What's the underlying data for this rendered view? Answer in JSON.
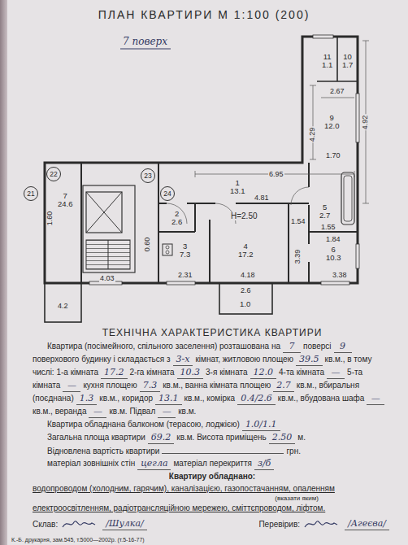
{
  "diagram": {
    "title": "ПЛАН КВАРТИРИ М 1:100 (200)",
    "nodes": [
      {
        "text": [
          "11",
          "1.1"
        ]
      },
      {
        "text": [
          "10",
          "1.7"
        ]
      },
      {
        "text": [
          "9",
          "12.0"
        ]
      },
      {
        "text": [
          "22"
        ]
      },
      {
        "text": [
          "23"
        ]
      },
      {
        "text": [
          "1",
          "13.1"
        ]
      },
      {
        "text": [
          "21"
        ]
      },
      {
        "text": [
          "7",
          "24.6"
        ]
      },
      {
        "text": [
          "24"
        ]
      },
      {
        "text": [
          "5",
          "2.7"
        ]
      },
      {
        "text": [
          "2",
          "2.6"
        ]
      },
      {
        "text": [
          "3",
          "7.3"
        ]
      },
      {
        "text": [
          "4",
          "17.2"
        ]
      },
      {
        "text": [
          "6",
          "10.3"
        ]
      },
      {
        "text": [
          "1.0"
        ]
      }
    ],
    "labels": [
      "7 поверх",
      "2.67",
      "4.29",
      "4.92",
      "1.70",
      "6.95",
      "4.81",
      "1.60",
      "0.60",
      "H=2.50",
      "1.54",
      "1.55",
      "1.84",
      "3.39",
      "3.38",
      "4.03",
      "2.31",
      "4.18",
      "2.6",
      "4.2",
      "ТЕХНІЧНА ХАРАКТЕРИСТИКА КВАРТИРИ",
      "Квартира (посімейного, спільного заселення) розташована на",
      "7",
      "поверсі",
      "9",
      "поверхового будинку і складається з",
      "3-х",
      "кімнат, житловою площею",
      "39.5",
      "кв.м., в тому числі: 1-а кімната",
      "17.2",
      "2-га кімната",
      "10.3",
      "3-я кімната",
      "12.0",
      "4-та кімната",
      "—",
      "5-та кімната",
      "—",
      "кухня площею",
      "7.3",
      "кв.м., ванна кімната площею",
      "2.7",
      "кв.м., вбиральня (поєднана)",
      "1.3",
      "кв.м., коридор",
      "13.1",
      "кв.м., комірка",
      "0.4/2.6",
      "кв.м., вбудована шафа",
      "—",
      "кв.м., веранда",
      "—",
      "кв.м. Підвал",
      "—",
      "кв.м.",
      "Квартира обладнана балконом (терасою, лоджією)",
      "1.0/1.1",
      "Загальна площа квартири",
      "69.2",
      "кв.м. Висота приміщень",
      "2.50",
      "м.",
      "Відновлена вартість квартири",
      "грн.",
      "матеріал зовнішніх стін",
      "цегла",
      "матеріал перекриття",
      "з/б",
      "Квартиру обладнано:",
      "водопроводом (холодним, гарячим), каналізацією, газопостачанням, опаленням",
      "(вказати яким)",
      "електроосвітленням, радіотрансляційною мережею, сміттєпроводом, ліфтом.",
      "Склав:",
      "/Шулка/",
      "Перевірив:",
      "/Агеєва/",
      "К.-Б. друкарня, зам.545, т.5000—2002р. (т.5-16-77)"
    ]
  }
}
